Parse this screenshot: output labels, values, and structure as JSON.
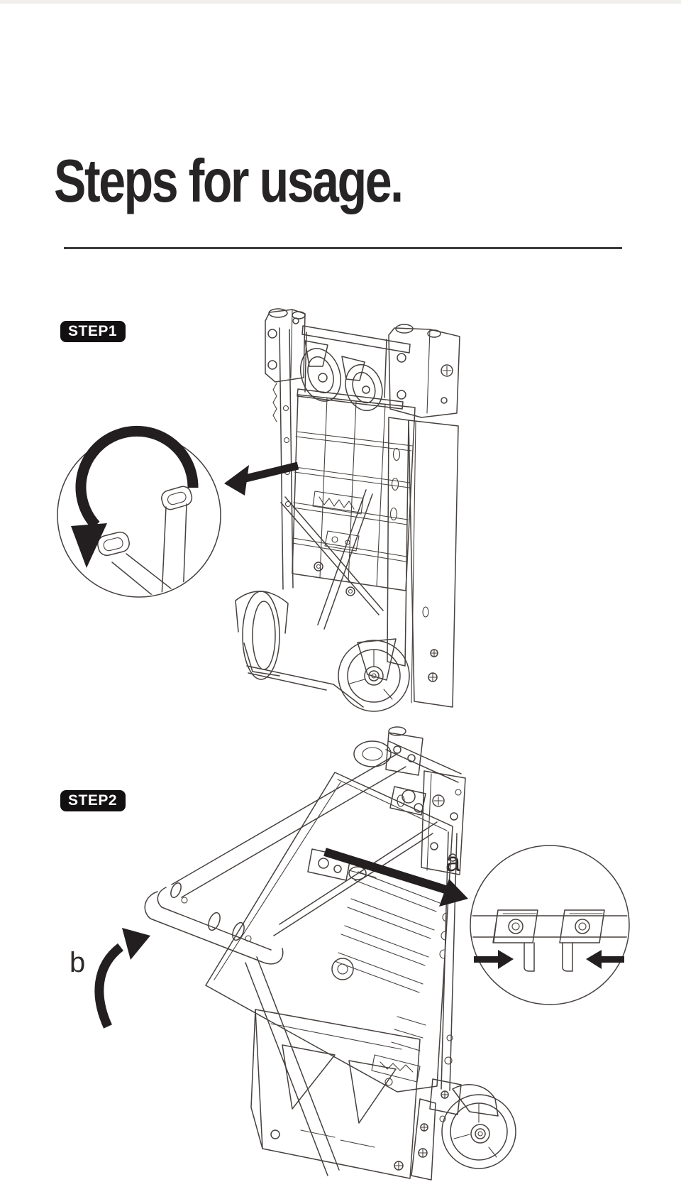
{
  "header": {
    "title": "Steps for usage."
  },
  "step1": {
    "label": "STEP1"
  },
  "step2": {
    "label": "STEP2",
    "annotation_a": "a",
    "annotation_b": "b"
  },
  "colors": {
    "ink": "#231f20",
    "line": "#46413e",
    "badge_bg": "#121010",
    "badge_text": "#ffffff",
    "divider": "#3a3a3a",
    "title": "#262424",
    "top_strip": "#f0efec"
  }
}
